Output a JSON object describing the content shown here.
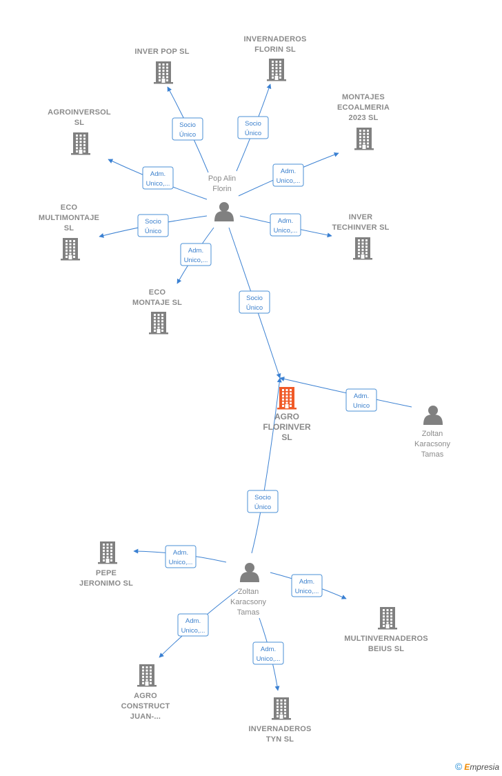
{
  "colors": {
    "edge": "#3a80d2",
    "company": "#808080",
    "focus_company": "#f05a28",
    "person": "#808080"
  },
  "nodes": [
    {
      "id": "agro-florinver",
      "type": "company-focus",
      "lines": [
        "AGRO",
        "FLORINVER",
        "SL"
      ]
    },
    {
      "id": "pop-alin",
      "type": "person",
      "lines": [
        "Pop Alin",
        "Florin"
      ]
    },
    {
      "id": "zoltan-right",
      "type": "person",
      "lines": [
        "Zoltan",
        "Karacsony",
        "Tamas"
      ]
    },
    {
      "id": "zoltan-bottom",
      "type": "person",
      "lines": [
        "Zoltan",
        "Karacsony",
        "Tamas"
      ]
    },
    {
      "id": "inver-pop",
      "type": "company",
      "lines": [
        "INVER POP  SL"
      ]
    },
    {
      "id": "invernaderos-florin",
      "type": "company",
      "lines": [
        "INVERNADEROS",
        "FLORIN  SL"
      ]
    },
    {
      "id": "montajes-ecoalmeria",
      "type": "company",
      "lines": [
        "MONTAJES",
        "ECOALMERIA",
        "2023  SL"
      ]
    },
    {
      "id": "agroinversol",
      "type": "company",
      "lines": [
        "AGROINVERSOL",
        "SL"
      ]
    },
    {
      "id": "eco-multimontaje",
      "type": "company",
      "lines": [
        "ECO",
        "MULTIMONTAJE",
        "SL"
      ]
    },
    {
      "id": "inver-techinver",
      "type": "company",
      "lines": [
        "INVER",
        "TECHINVER  SL"
      ]
    },
    {
      "id": "eco-montaje",
      "type": "company",
      "lines": [
        "ECO",
        "MONTAJE  SL"
      ]
    },
    {
      "id": "pepe-jeronimo",
      "type": "company",
      "lines": [
        "PEPE",
        "JERONIMO  SL"
      ]
    },
    {
      "id": "multinvernaderos-beius",
      "type": "company",
      "lines": [
        "MULTINVERNADEROS",
        "BEIUS  SL"
      ]
    },
    {
      "id": "agro-construct",
      "type": "company",
      "lines": [
        "AGRO",
        "CONSTRUCT",
        "JUAN-..."
      ]
    },
    {
      "id": "invernaderos-tyn",
      "type": "company",
      "lines": [
        "INVERNADEROS",
        "TYN  SL"
      ]
    }
  ],
  "edges": [
    {
      "from": "pop-alin",
      "to": "inver-pop",
      "label": [
        "Socio",
        "Único"
      ]
    },
    {
      "from": "pop-alin",
      "to": "invernaderos-florin",
      "label": [
        "Socio",
        "Único"
      ]
    },
    {
      "from": "pop-alin",
      "to": "montajes-ecoalmeria",
      "label": [
        "Adm.",
        "Unico,..."
      ]
    },
    {
      "from": "pop-alin",
      "to": "agroinversol",
      "label": [
        "Adm.",
        "Unico,..."
      ]
    },
    {
      "from": "pop-alin",
      "to": "eco-multimontaje",
      "label": [
        "Socio",
        "Único"
      ]
    },
    {
      "from": "pop-alin",
      "to": "inver-techinver",
      "label": [
        "Adm.",
        "Unico,..."
      ]
    },
    {
      "from": "pop-alin",
      "to": "eco-montaje",
      "label": [
        "Adm.",
        "Unico,..."
      ]
    },
    {
      "from": "pop-alin",
      "to": "agro-florinver",
      "label": [
        "Socio",
        "Único"
      ]
    },
    {
      "from": "zoltan-right",
      "to": "agro-florinver",
      "label": [
        "Adm.",
        "Unico"
      ]
    },
    {
      "from": "zoltan-bottom",
      "to": "agro-florinver",
      "label": [
        "Socio",
        "Único"
      ]
    },
    {
      "from": "zoltan-bottom",
      "to": "pepe-jeronimo",
      "label": [
        "Adm.",
        "Unico,..."
      ]
    },
    {
      "from": "zoltan-bottom",
      "to": "multinvernaderos-beius",
      "label": [
        "Adm.",
        "Unico,..."
      ]
    },
    {
      "from": "zoltan-bottom",
      "to": "agro-construct",
      "label": [
        "Adm.",
        "Unico,..."
      ]
    },
    {
      "from": "zoltan-bottom",
      "to": "invernaderos-tyn",
      "label": [
        "Adm.",
        "Unico,..."
      ]
    }
  ],
  "brand": {
    "copyright": "©",
    "initial": "E",
    "rest": "mpresia"
  }
}
